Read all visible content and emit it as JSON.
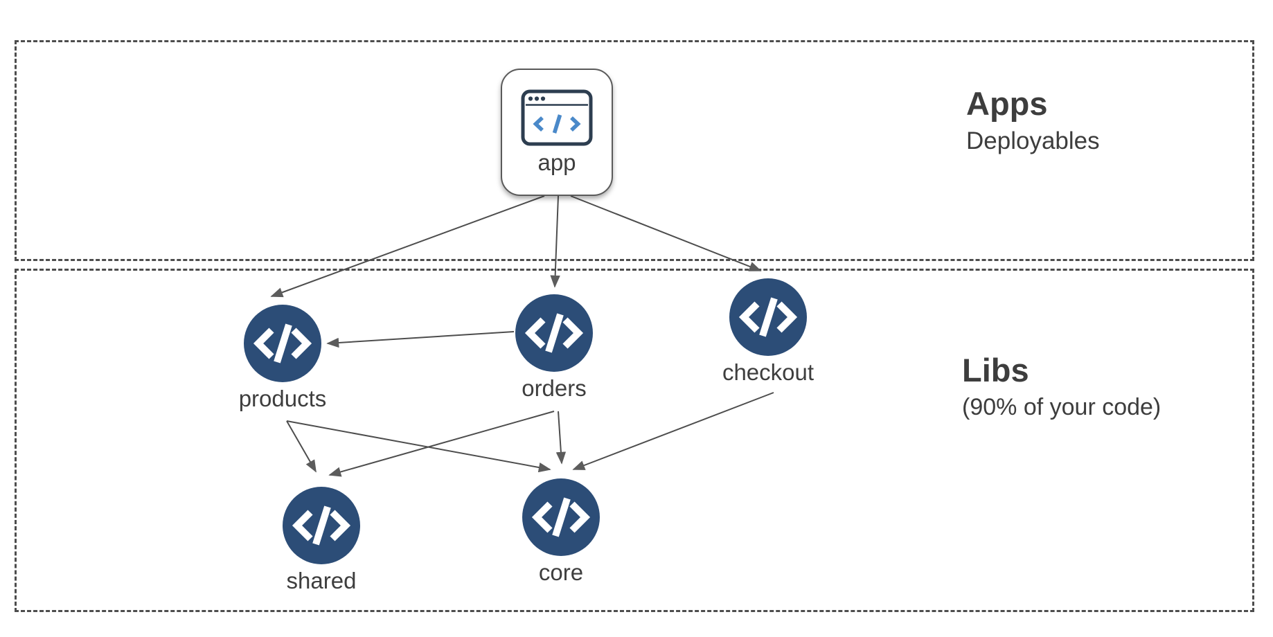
{
  "diagram_title": "Apps and Libs architecture diagram",
  "colors": {
    "background": "#ffffff",
    "lib_node_blue": "#2c4d77",
    "app_icon_navy": "#2d3e50",
    "app_icon_code_blue": "#4a89c9",
    "arrow_gray": "#4d4d4d",
    "arrowhead_gray": "#5c5c5c",
    "dashed_border_gray": "#4d4d4d",
    "text_dark": "#3d3d3d"
  },
  "zones": {
    "apps": {
      "title": "Apps",
      "subtitle": "Deployables"
    },
    "libs": {
      "title": "Libs",
      "subtitle": "(90% of your code)"
    }
  },
  "nodes": {
    "app": {
      "label": "app",
      "type": "application",
      "zone": "apps",
      "icon": "browser-window-code-icon"
    },
    "products": {
      "label": "products",
      "type": "library",
      "zone": "libs",
      "icon": "code-icon"
    },
    "orders": {
      "label": "orders",
      "type": "library",
      "zone": "libs",
      "icon": "code-icon"
    },
    "checkout": {
      "label": "checkout",
      "type": "library",
      "zone": "libs",
      "icon": "code-icon"
    },
    "shared": {
      "label": "shared",
      "type": "library",
      "zone": "libs",
      "icon": "code-icon"
    },
    "core": {
      "label": "core",
      "type": "library",
      "zone": "libs",
      "icon": "code-icon"
    }
  },
  "edges": [
    {
      "from": "app",
      "to": "products"
    },
    {
      "from": "app",
      "to": "orders"
    },
    {
      "from": "app",
      "to": "checkout"
    },
    {
      "from": "orders",
      "to": "products"
    },
    {
      "from": "products",
      "to": "shared"
    },
    {
      "from": "products",
      "to": "core"
    },
    {
      "from": "orders",
      "to": "shared"
    },
    {
      "from": "orders",
      "to": "core"
    },
    {
      "from": "checkout",
      "to": "core"
    }
  ]
}
